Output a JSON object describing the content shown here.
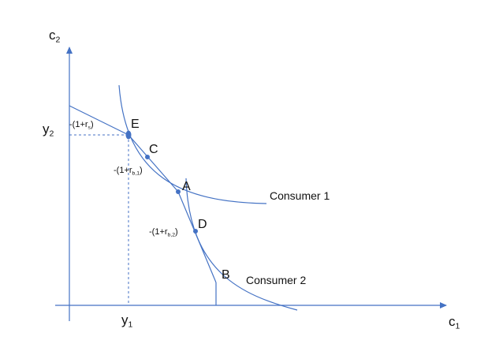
{
  "axes": {
    "y_axis_label": "c",
    "y_axis_sub": "2",
    "x_axis_label": "c",
    "x_axis_sub": "1"
  },
  "ticks": {
    "y_tick_label": "y",
    "y_tick_sub": "2",
    "x_tick_label": "y",
    "x_tick_sub": "1"
  },
  "points": {
    "E": "E",
    "C": "C",
    "A": "A",
    "D": "D",
    "B": "B"
  },
  "slopes": {
    "rs_prefix": "-(1+r",
    "rs_sub": "s",
    "rs_suffix": ")",
    "rb1_prefix": "-(1+r",
    "rb1_sub": "b,1",
    "rb1_suffix": ")",
    "rb2_prefix": "-(1+r",
    "rb2_sub": "b,2",
    "rb2_suffix": ")"
  },
  "curves": {
    "consumer1": "Consumer 1",
    "consumer2": "Consumer 2"
  },
  "colors": {
    "line": "#4472C4",
    "point": "#4472C4",
    "text": "#111111"
  }
}
